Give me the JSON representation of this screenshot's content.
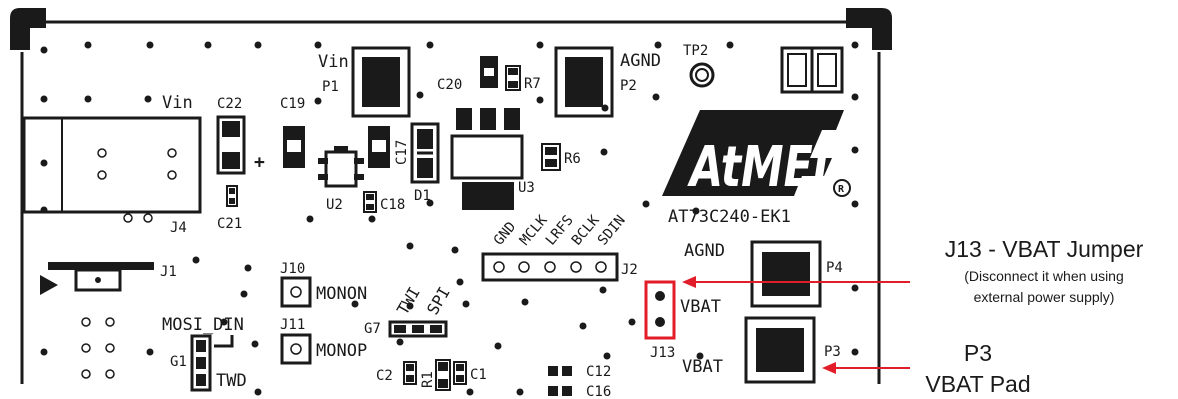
{
  "colors": {
    "board_bg": "#ffffff",
    "silkscreen": "#1a1a1a",
    "callout": "#e11d2a"
  },
  "board": {
    "logo": "AtMEL",
    "board_name": "AT73C240-EK1",
    "registered_mark": "R",
    "labels": {
      "vin_top": "Vin",
      "p1": "P1",
      "agnd_top": "AGND",
      "p2": "P2",
      "tp2": "TP2",
      "c20": "C20",
      "r7": "R7",
      "vin_left": "Vin",
      "c22": "C22",
      "c19": "C19",
      "c17": "C17",
      "plus": "+",
      "r6": "R6",
      "u2": "U2",
      "c18": "C18",
      "d1": "D1",
      "u3": "U3",
      "j4": "J4",
      "c21": "C21",
      "j1": "J1",
      "j10": "J10",
      "monon": "MONON",
      "j11": "J11",
      "monop": "MONOP",
      "mosi_din": "MOSI_DIN",
      "g1": "G1",
      "twd": "TWD",
      "twi": "TWI",
      "spi": "SPI",
      "g7": "G7",
      "c2": "C2",
      "r1": "R1",
      "c1": "C1",
      "c12": "C12",
      "c16": "C16",
      "j2": "J2",
      "j13": "J13",
      "vbat_j13": "VBAT",
      "agnd_p4": "AGND",
      "p4": "P4",
      "vbat_p3": "VBAT",
      "p3": "P3"
    },
    "j2_pins": [
      "GND",
      "MCLK",
      "LRFS",
      "BCLK",
      "SDIN"
    ]
  },
  "callouts": {
    "j13_title": "J13 - VBAT Jumper",
    "j13_note_line1": "(Disconnect it when using",
    "j13_note_line2": "external power supply)",
    "p3_title": "P3",
    "p3_subtitle": "VBAT Pad"
  }
}
